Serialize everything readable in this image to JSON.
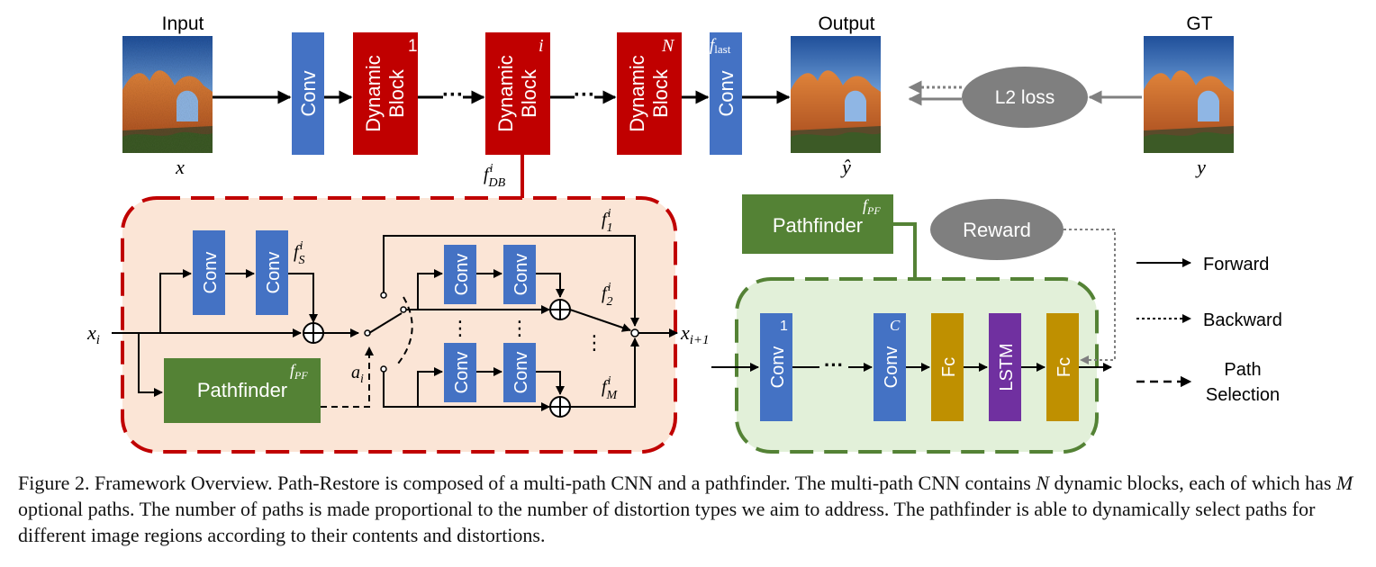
{
  "labels": {
    "input": "Input",
    "output": "Output",
    "gt": "GT",
    "l2_loss": "L2 loss",
    "reward": "Reward",
    "pathfinder": "Pathfinder",
    "conv": "Conv",
    "dynamic": "Dynamic",
    "block": "Block",
    "fc": "Fc",
    "lstm": "LSTM",
    "dots": "···",
    "vdots": "⋮"
  },
  "math": {
    "x": "x",
    "y_hat": "ŷ",
    "y": "y",
    "block_1": "1",
    "block_i": "i",
    "block_N": "N",
    "f_last_base": "f",
    "f_last_sub": "last",
    "f_DB": "f",
    "f_DB_sup": "i",
    "f_DB_sub": "DB",
    "x_i": "x",
    "x_i_sub": "i",
    "x_i1": "x",
    "x_i1_sub": "i+1",
    "f_S": "f",
    "f_S_sup": "i",
    "f_S_sub": "S",
    "a_i": "a",
    "a_i_sub": "i",
    "f_1": "f",
    "f_1_sup": "i",
    "f_1_sub": "1",
    "f_2": "f",
    "f_2_sup": "i",
    "f_2_sub": "2",
    "f_M": "f",
    "f_M_sup": "i",
    "f_M_sub": "M",
    "f_PF": "f",
    "f_PF_sub": "PF",
    "conv_1": "1",
    "conv_C": "C"
  },
  "legend": {
    "forward": "Forward",
    "backward": "Backward",
    "path_selection_line1": "Path",
    "path_selection_line2": "Selection"
  },
  "caption": {
    "p1": "Figure 2. Framework Overview. Path-Restore is composed of a multi-path CNN and a pathfinder. The multi-path CNN contains ",
    "N": "N",
    "p2": " dynamic blocks, each of which has ",
    "M": "M",
    "p3": " optional paths. The number of paths is made proportional to the number of distortion types we aim to address. The pathfinder is able to dynamically select paths for different image regions according to their contents and distortions."
  },
  "colors": {
    "conv_blue": "#4472c4",
    "dynamic_red": "#c00000",
    "pathfinder_green": "#548235",
    "fc_gold": "#bf9000",
    "lstm_purple": "#7030a0",
    "ellipse_gray": "#7f7f7f",
    "block_bg": "#fbe5d6",
    "block_border": "#c00000",
    "pf_bg": "#e2f0d9",
    "pf_border": "#548235"
  }
}
